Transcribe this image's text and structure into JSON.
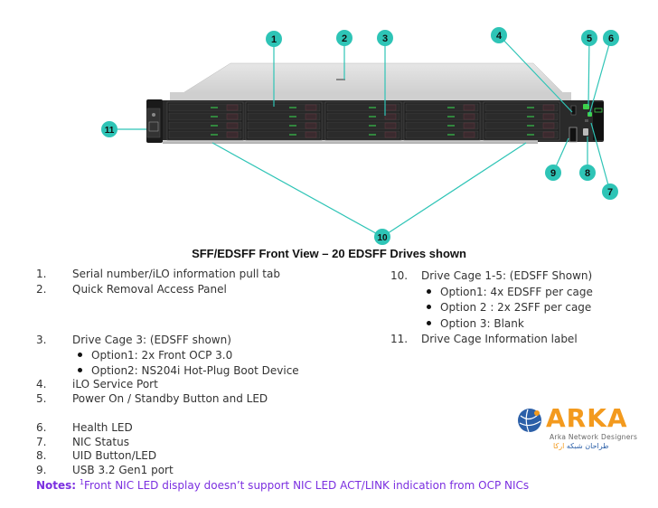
{
  "figure": {
    "caption": "SFF/EDSFF Front View – 20 EDSFF Drives shown",
    "callouts": [
      "1",
      "2",
      "3",
      "4",
      "5",
      "6",
      "7",
      "8",
      "9",
      "10",
      "11"
    ],
    "callout_color": "#2ec4b6"
  },
  "left_list": [
    {
      "num": "1.",
      "text": "Serial number/iLO information pull tab"
    },
    {
      "num": "2.",
      "text": "Quick Removal Access Panel"
    },
    {
      "num": "3.",
      "text": "Drive Cage 3: (EDSFF shown)",
      "options": [
        "Option1: 2x Front OCP 3.0",
        "Option2: NS204i Hot-Plug Boot Device"
      ]
    },
    {
      "num": "4.",
      "text": "iLO Service Port"
    },
    {
      "num": "5.",
      "text": "Power On / Standby Button and LED"
    },
    {
      "num": "6.",
      "text": "Health LED"
    },
    {
      "num": "7.",
      "text": "NIC Status"
    },
    {
      "num": "8.",
      "text": "UID Button/LED"
    },
    {
      "num": "9.",
      "text": "USB 3.2 Gen1 port"
    }
  ],
  "right_list": [
    {
      "num": "10.",
      "text": "Drive Cage 1-5: (EDSFF Shown)",
      "options": [
        "Option1: 4x EDSFF per cage",
        "Option 2 : 2x 2SFF per cage",
        "Option 3: Blank"
      ]
    },
    {
      "num": "11.",
      "text": "Drive Cage Information label"
    }
  ],
  "notes": {
    "label": "Notes:",
    "superscript": "1",
    "text": "Front NIC LED display doesn’t support NIC LED ACT/LINK indication from OCP NICs",
    "color": "#7b2fe0"
  },
  "logo": {
    "name": "ARKA",
    "tagline": "Arka Network Designers",
    "persian_a": "طراحان شبکه ",
    "persian_b": "ارکا",
    "brand_color": "#f39a1e",
    "globe_color": "#2b5fa8"
  }
}
